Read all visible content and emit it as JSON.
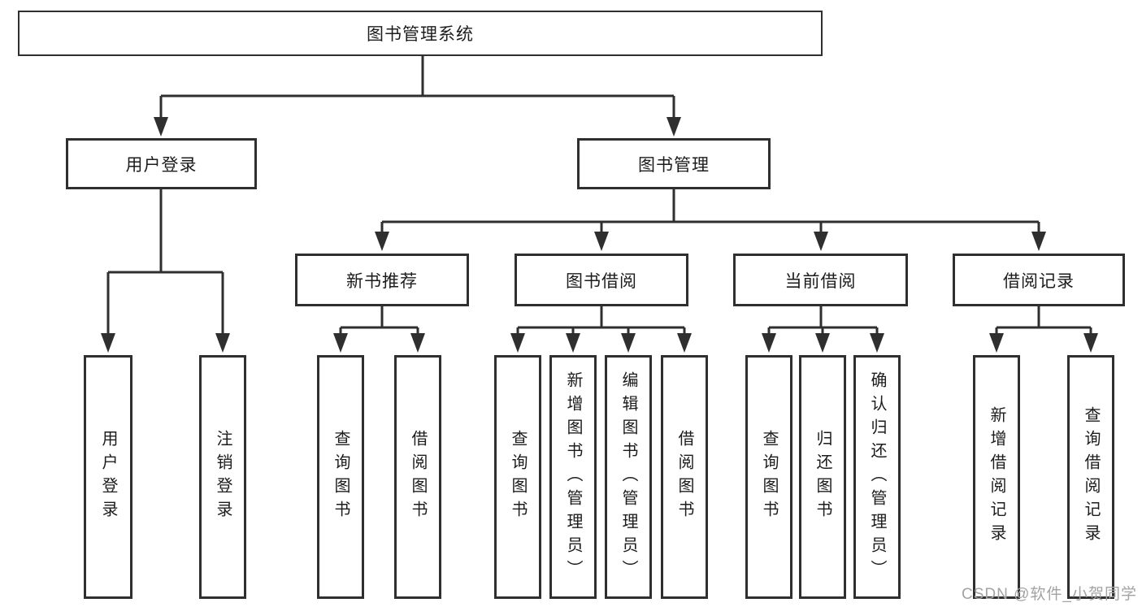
{
  "nodes": {
    "root": {
      "label": "图书管理系统"
    },
    "user_login": {
      "label": "用户登录"
    },
    "book_mgmt": {
      "label": "图书管理"
    },
    "new_rec": {
      "label": "新书推荐"
    },
    "borrow": {
      "label": "图书借阅"
    },
    "current": {
      "label": "当前借阅"
    },
    "records": {
      "label": "借阅记录"
    },
    "ul_login": {
      "label": "用户登录"
    },
    "ul_logout": {
      "label": "注销登录"
    },
    "nr_query": {
      "label": "查询图书"
    },
    "nr_borrow": {
      "label": "借阅图书"
    },
    "bw_query": {
      "label": "查询图书"
    },
    "bw_add": {
      "label": "新增图书（管理员）"
    },
    "bw_edit": {
      "label": "编辑图书（管理员）"
    },
    "bw_borrow": {
      "label": "借阅图书"
    },
    "cu_query": {
      "label": "查询图书"
    },
    "cu_return": {
      "label": "归还图书"
    },
    "cu_confirm": {
      "label": "确认归还（管理员）"
    },
    "rc_add": {
      "label": "新增借阅记录"
    },
    "rc_query": {
      "label": "查询借阅记录"
    }
  },
  "hierarchy": [
    {
      "parent": "图书管理系统",
      "children": [
        "用户登录",
        "图书管理"
      ]
    },
    {
      "parent": "用户登录",
      "children": [
        "用户登录",
        "注销登录"
      ]
    },
    {
      "parent": "图书管理",
      "children": [
        "新书推荐",
        "图书借阅",
        "当前借阅",
        "借阅记录"
      ]
    },
    {
      "parent": "新书推荐",
      "children": [
        "查询图书",
        "借阅图书"
      ]
    },
    {
      "parent": "图书借阅",
      "children": [
        "查询图书",
        "新增图书（管理员）",
        "编辑图书（管理员）",
        "借阅图书"
      ]
    },
    {
      "parent": "当前借阅",
      "children": [
        "查询图书",
        "归还图书",
        "确认归还（管理员）"
      ]
    },
    {
      "parent": "借阅记录",
      "children": [
        "新增借阅记录",
        "查询借阅记录"
      ]
    }
  ],
  "watermark": "CSDN @软件_小贺同学",
  "colors": {
    "line": "#2f2f2f",
    "box_border": "#2f2f2f",
    "text": "#1c1c1c",
    "watermark": "#a3a3a3",
    "background": "#ffffff"
  }
}
